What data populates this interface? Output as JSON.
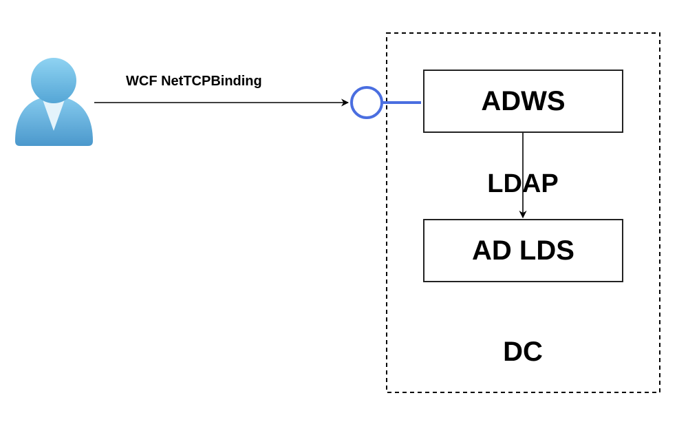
{
  "diagram": {
    "client": {
      "icon": "user-icon",
      "label": ""
    },
    "connection": {
      "label": "WCF NetTCPBinding",
      "interface_icon": "interface-lollipop-icon"
    },
    "container": {
      "label": "DC",
      "style": "dashed"
    },
    "nodes": [
      {
        "id": "adws",
        "label": "ADWS"
      },
      {
        "id": "adlds",
        "label": "AD LDS"
      }
    ],
    "edges": [
      {
        "from": "client",
        "to": "adws",
        "label": "WCF NetTCPBinding",
        "via": "interface"
      },
      {
        "from": "adws",
        "to": "adlds",
        "label": "LDAP"
      }
    ],
    "inner_edge_label": "LDAP",
    "colors": {
      "interface": "#4a6ee0",
      "user_fill_light": "#8fd0f0",
      "user_fill_dark": "#4f9fd0",
      "user_collar": "#e6f4fb",
      "stroke": "#000000"
    }
  }
}
